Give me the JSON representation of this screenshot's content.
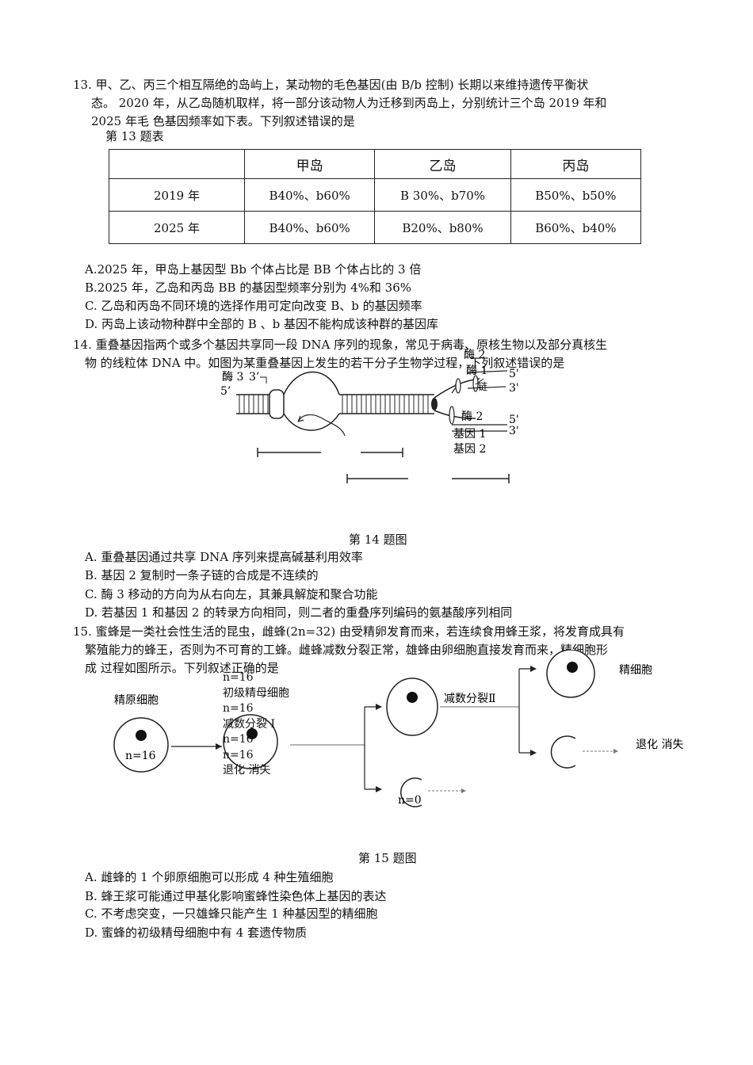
{
  "q13": {
    "line1": "13.  甲、乙、丙三个相互隔绝的岛屿上，某动物的毛色基因(由 B/b 控制) 长期以来维持遗传平衡状",
    "line2": "态。  2020 年，从乙岛随机取样，将一部分该动物人为迁移到丙岛上，分别统计三个岛 2019 年和",
    "line3": "2025 年毛  色基因频率如下表。下列叙述错误的是",
    "table_caption": "第 13 题表",
    "table": {
      "headers": [
        "",
        "甲岛",
        "乙岛",
        "丙岛"
      ],
      "rows": [
        [
          "2019 年",
          "B40%、b60%",
          "B  30%、b70%",
          "B50%、b50%"
        ],
        [
          "2025 年",
          "B40%、b60%",
          "B20%、b80%",
          "B60%、b40%"
        ]
      ]
    },
    "options": [
      "A.2025   年，甲岛上基因型 Bb 个体占比是  BB 个体占比的 3 倍",
      "B.2025   年，乙岛和丙岛 BB 的基因型频率分别为 4%和 36%",
      "C.   乙岛和丙岛不同环境的选择作用可定向改变 B、b  的基因频率",
      "D.   丙岛上该动物种群中全部的 B 、b 基因不能构成该种群的基因库"
    ]
  },
  "q14": {
    "line1": "14.  重叠基因指两个或多个基因共享同一段 DNA 序列的现象，常见于病毒、原核生物以及部分真核生",
    "line2": "物  的线粒体  DNA 中。如图为某重叠基因上发生的若干分子生物学过程，下列叙述错误的是",
    "figure": {
      "enzyme3": "酶 3",
      "end_3_left": "3’",
      "end_5_left": "5’",
      "enzyme2_top": "酶 2",
      "enzyme1": "酶 1",
      "chain_label": "链",
      "end_5_top": "5'",
      "end_3_top": "3'",
      "enzyme2_bottom": "酶  2",
      "end_5_bottom": "5'",
      "end_3_bottom": "3'",
      "gene1": "基因 1",
      "gene2": "基因 2"
    },
    "caption": "第 14 题图",
    "options": [
      "A.   重叠基因通过共享 DNA 序列来提高碱基利用效率",
      "B.   基因 2 复制时一条子链的合成是不连续的",
      "C.   酶 3 移动的方向为从右向左，其兼具解旋和聚合功能",
      "D.   若基因 1 和基因 2 的转录方向相同，则二者的重叠序列编码的氨基酸序列相同"
    ]
  },
  "q15": {
    "line1": "15.  蜜蜂是一类社会性生活的昆虫，雌蜂(2n=32) 由受精卵发育而来，若连续食用蜂王浆，将发育成具有",
    "line2": "繁殖能力的蜂王，否则为不可育的工蜂。雌蜂减数分裂正常，雄蜂由卵细胞直接发育而来，精细胞形",
    "line3": "成  过程如图所示。下列叙述正确的是",
    "figure": {
      "spermatogonium": "精原细胞",
      "n16_a": "n=16",
      "overlay": [
        "n=16",
        "初级精母细胞",
        "n=16",
        "减数分裂 I",
        "n=16",
        "n=16",
        "退化  消失"
      ],
      "meiosis2": "减数分裂Ⅱ",
      "sperm_cell": "精细胞",
      "degenerate": "退化  消失",
      "n0": "n=0"
    },
    "caption": "第 15 题图",
    "options": [
      "A.   雌蜂的 1 个卵原细胞可以形成 4 种生殖细胞",
      "B.   蜂王浆可能通过甲基化影响蜜蜂性染色体上基因的表达",
      "C.   不考虑突变，一只雄蜂只能产生 1 种基因型的精细胞",
      "D.   蜜蜂的初级精母细胞中有 4 套遗传物质"
    ]
  }
}
